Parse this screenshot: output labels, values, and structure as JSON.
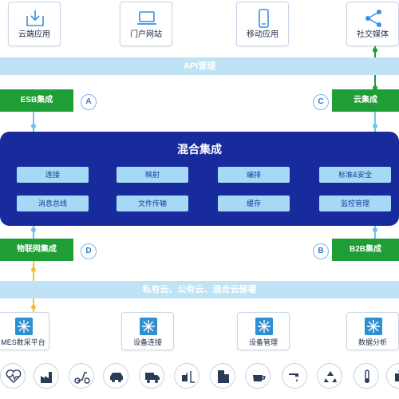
{
  "top_apps": [
    {
      "label": "云端应用",
      "icon": "cloud-download-icon"
    },
    {
      "label": "门户网站",
      "icon": "laptop-icon"
    },
    {
      "label": "移动应用",
      "icon": "mobile-phone-icon"
    },
    {
      "label": "社交媒体",
      "icon": "share-icon"
    }
  ],
  "api_bar": "API管理",
  "esb": {
    "label": "ESB集成",
    "badge": "A"
  },
  "cloud_integration": {
    "label": "云集成",
    "badge": "C"
  },
  "hybrid": {
    "title": "混合集成",
    "items": [
      "连接",
      "映射",
      "编排",
      "标准&安全",
      "消息总线",
      "文件传输",
      "缓存",
      "监控管理"
    ]
  },
  "iot": {
    "label": "物联网集成",
    "badge": "D"
  },
  "b2b": {
    "label": "B2B集成",
    "badge": "B"
  },
  "bottom_bar": "私有云、公有云、混合云部署",
  "bottom_apps": [
    {
      "label": "MES数采平台",
      "icon": "snowflake-icon"
    },
    {
      "label": "设备连接",
      "icon": "snowflake-icon"
    },
    {
      "label": "设备管理",
      "icon": "snowflake-icon"
    },
    {
      "label": "数据分析",
      "icon": "snowflake-icon"
    }
  ],
  "industry_icons": [
    "heartbeat-icon",
    "factory-icon",
    "scooter-icon",
    "car-icon",
    "truck-icon",
    "forklift-icon",
    "building-icon",
    "coffee-cup-icon",
    "water-tap-icon",
    "recycle-icon",
    "thermometer-icon",
    "robot-icon"
  ],
  "colors": {
    "navy": "#172b9d",
    "light_blue": "#bfe3f5",
    "green": "#1e9e35",
    "pill": "#a6d9f5"
  }
}
